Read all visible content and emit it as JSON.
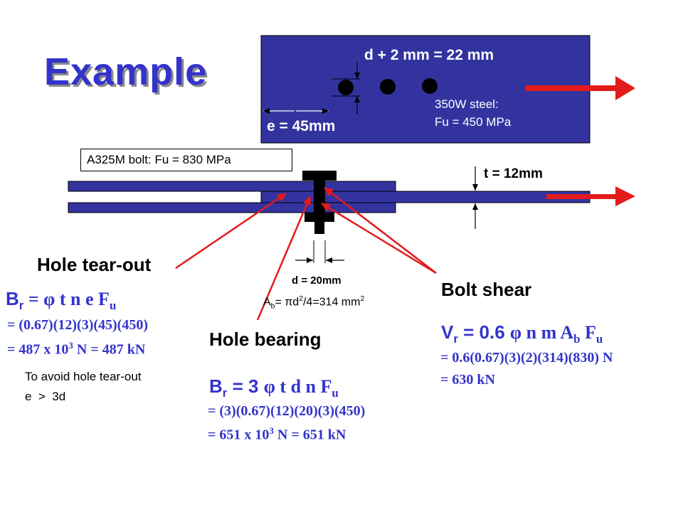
{
  "title": "Example",
  "plan_view": {
    "dim_d_plus": "d + 2 mm = 22 mm",
    "dim_e": "e = 45mm",
    "steel_grade": "350W steel:",
    "steel_fu": "Fu = 450 MPa"
  },
  "bolt_label": "A325M bolt: Fu = 830 MPa",
  "thickness": "t = 12mm",
  "bolt_diameter": "d = 20mm",
  "bolt_area": {
    "lhs": "A",
    "sub": "b",
    "mid": "= πd",
    "sup": "2",
    "rhs": "/4=314 mm",
    "unit_sup": "2"
  },
  "tear_out": {
    "heading": "Hole tear-out",
    "f_lhs": "B",
    "f_sub": "r",
    "f_rhs": " = φ t n e F",
    "f_sub2": "u",
    "calc1": "= (0.67)(12)(3)(45)(450)",
    "calc2a": "= 487 x 10",
    "calc2sup": "3",
    "calc2b": " N = 487 kN",
    "note1": "To avoid hole tear-out",
    "note2": "e  >  3d"
  },
  "bearing": {
    "heading": "Hole bearing",
    "f_lhs": "B",
    "f_sub": "r",
    "f_eq": " = 3 ",
    "f_rhs": "φ t d n F",
    "f_sub2": "u",
    "calc1": "= (3)(0.67)(12)(20)(3)(450)",
    "calc2a": "= 651 x 10",
    "calc2sup": "3",
    "calc2b": " N = 651 kN"
  },
  "shear": {
    "heading": "Bolt shear",
    "f_lhs": "V",
    "f_sub": "r",
    "f_eq": " = 0.6 ",
    "f_rhs": "φ n m A",
    "f_sub2": "b",
    "f_rhs2": " F",
    "f_sub3": "u",
    "calc1": "= 0.6(0.67)(3)(2)(314)(830) N",
    "calc2": "= 630 kN"
  },
  "colors": {
    "plate_blue": "#3333a0",
    "accent_red": "#e31b1b",
    "title_blue": "#3333cc"
  }
}
